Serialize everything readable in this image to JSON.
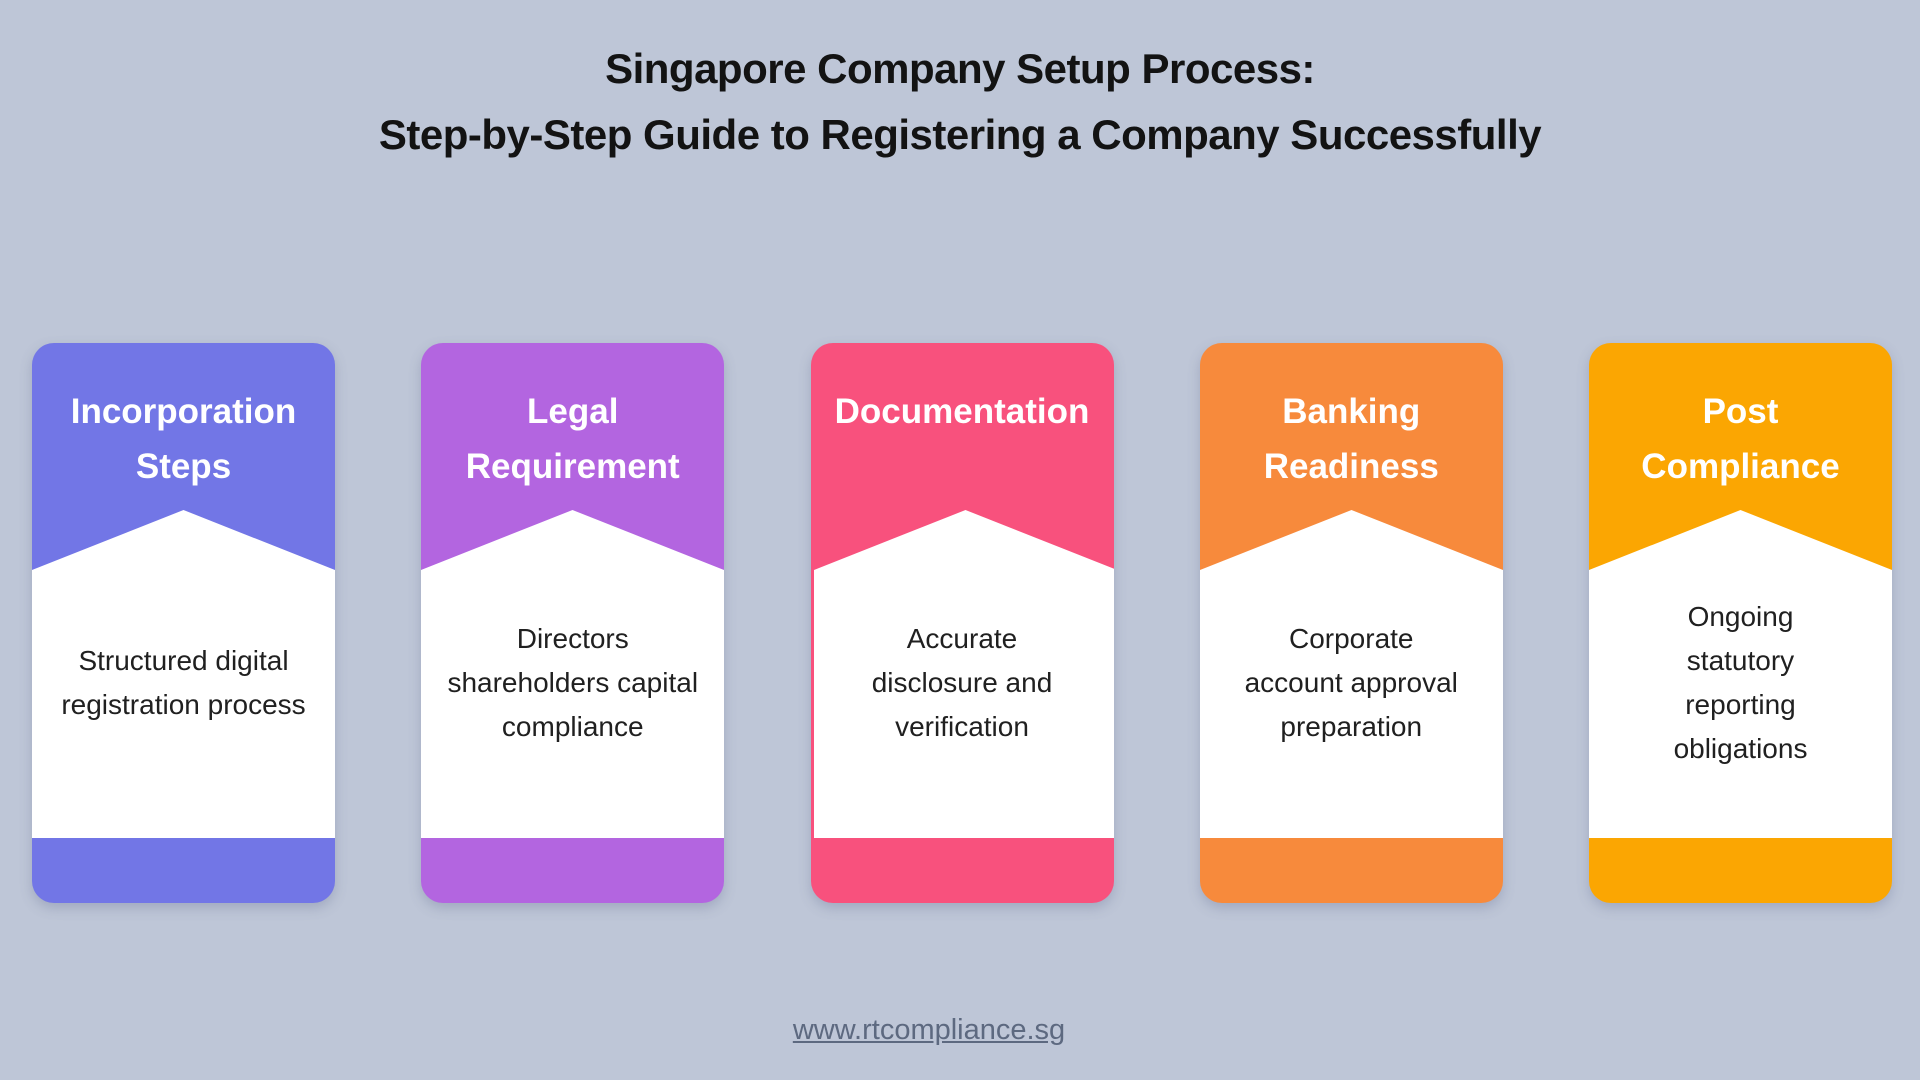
{
  "page": {
    "background_color": "#bec6d7",
    "title_lines": [
      "Singapore Company Setup Process:",
      "Step-by-Step Guide to Registering a Company Successfully"
    ],
    "title_color": "#131313",
    "footer_link_label": "www.rtcompliance.sg",
    "footer_link_color": "#5d6980"
  },
  "cards": [
    {
      "title_lines": [
        "Incorporation",
        "Steps"
      ],
      "body_lines": [
        "Structured digital",
        "registration process"
      ],
      "color": "#7276e6"
    },
    {
      "title_lines": [
        "Legal",
        "Requirement"
      ],
      "body_lines": [
        "Directors",
        "shareholders capital",
        "compliance"
      ],
      "color": "#b365e0"
    },
    {
      "title_lines": [
        "Documentation"
      ],
      "body_lines": [
        "Accurate",
        "disclosure and",
        "verification"
      ],
      "color": "#f8517d"
    },
    {
      "title_lines": [
        "Banking",
        "Readiness"
      ],
      "body_lines": [
        "Corporate",
        "account approval",
        "preparation"
      ],
      "color": "#f78a3c"
    },
    {
      "title_lines": [
        "Post",
        "Compliance"
      ],
      "body_lines": [
        "Ongoing",
        "statutory",
        "reporting",
        "obligations"
      ],
      "color": "#fba602"
    }
  ]
}
